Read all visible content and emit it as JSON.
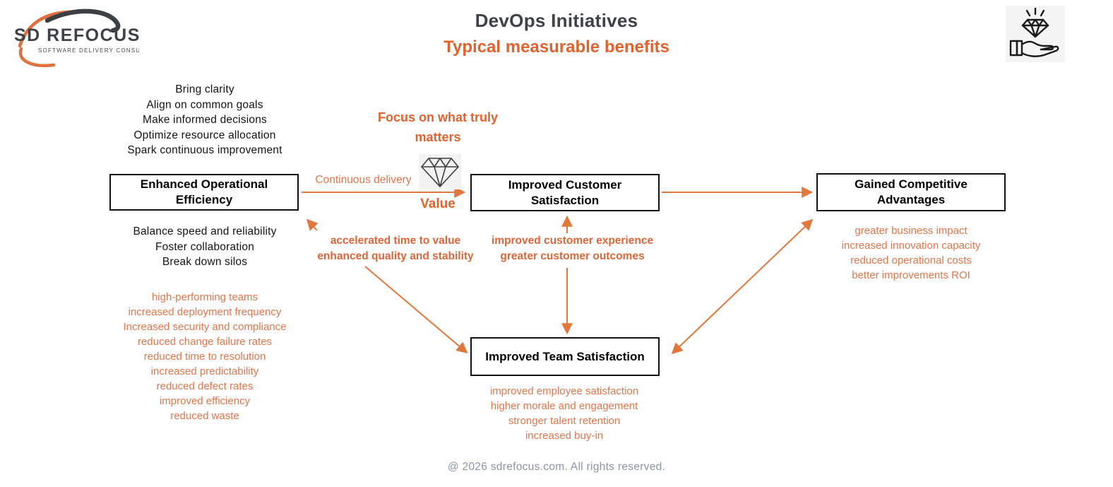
{
  "colors": {
    "accent_orange": "#e2622e",
    "soft_orange": "#e0764b",
    "arrow_orange": "#e2773e",
    "title_gray": "#3f4245",
    "text_black": "#141414",
    "footer_gray": "#8d93a1",
    "icon_bg_gray": "#f4f4f4"
  },
  "logo": {
    "name": "SD REFOCUS",
    "tagline": "SOFTWARE DELIVERY CONSULTING"
  },
  "header": {
    "title": "DevOps Initiatives",
    "subtitle": "Typical measurable benefits"
  },
  "icons": {
    "corner": "hand-presenting-diamond-icon",
    "center": "diamond-icon"
  },
  "diagram": {
    "focus_note": "Focus on what truly matters",
    "value_label": "Value",
    "flow_label": "Continuous delivery",
    "boxes": {
      "efficiency": "Enhanced Operational Efficiency",
      "customer": "Improved Customer Satisfaction",
      "competitive": "Gained Competitive Advantages",
      "team": "Improved Team Satisfaction"
    },
    "lists": {
      "clarity": [
        "Bring clarity",
        "Align on common goals",
        "Make informed decisions",
        "Optimize resource allocation",
        "Spark continuous improvement"
      ],
      "efficiency_black": [
        "Balance speed and reliability",
        "Foster collaboration",
        "Break down silos"
      ],
      "efficiency_orange": [
        "high-performing teams",
        "increased deployment frequency",
        "Increased security and compliance",
        "reduced change failure rates",
        "reduced time to resolution",
        "increased predictability",
        "reduced defect rates",
        "improved efficiency",
        "reduced waste"
      ],
      "to_efficiency": [
        "accelerated time to value",
        "enhanced quality and stability"
      ],
      "to_customer": [
        "improved customer experience",
        "greater customer outcomes"
      ],
      "competitive_orange": [
        "greater business impact",
        "increased innovation capacity",
        "reduced operational costs",
        "better improvements ROI"
      ],
      "team_orange": [
        "improved employee satisfaction",
        "higher morale and engagement",
        "stronger talent retention",
        "increased buy-in"
      ]
    }
  },
  "footer": "@ 2026 sdrefocus.com. All rights reserved."
}
